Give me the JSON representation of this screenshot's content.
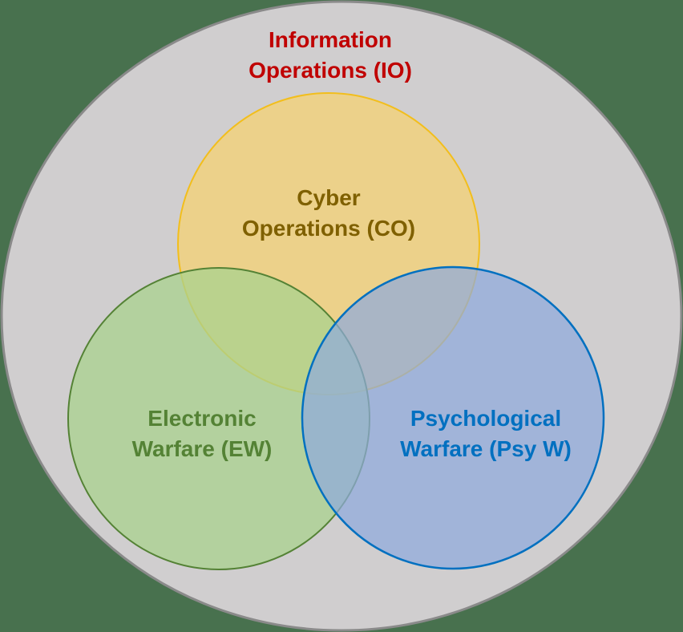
{
  "background_color": "#48714e",
  "outer": {
    "title_line1": "Information",
    "title_line2": "Operations (IO)",
    "fill": "#d0cecf",
    "stroke": "#8a8a8a",
    "text_color": "#c00000"
  },
  "circles": [
    {
      "id": "co",
      "line1": "Cyber",
      "line2": "Operations (CO)",
      "fill": "#f5d173",
      "stroke": "#f2be1c",
      "text_color": "#7f6000"
    },
    {
      "id": "ew",
      "line1": "Electronic",
      "line2": "Warfare (EW)",
      "fill": "#a9d18e",
      "stroke": "#548235",
      "text_color": "#548235"
    },
    {
      "id": "psyw",
      "line1": "Psychological",
      "line2": "Warfare (Psy W)",
      "fill": "#8faadc",
      "stroke": "#0070c0",
      "text_color": "#0070c0"
    }
  ]
}
